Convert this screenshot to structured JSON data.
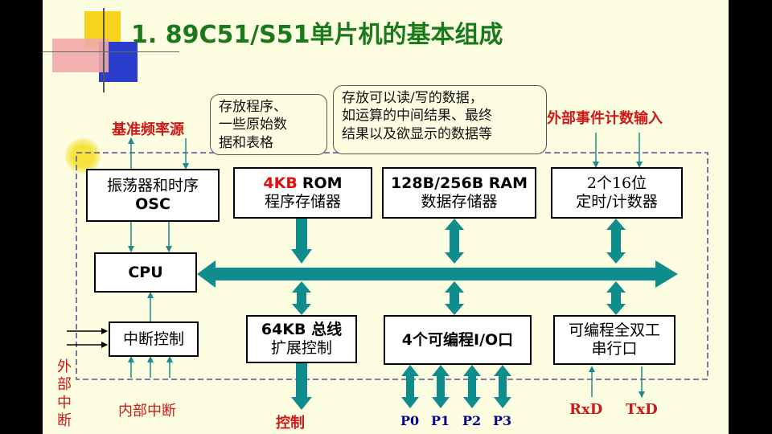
{
  "title": "1. 89C51/S51单片机的基本组成",
  "callouts": {
    "rom_note": [
      "存放程序、",
      "一些原始数",
      "据和表格"
    ],
    "ram_note": [
      "存放可以读/写的数据，",
      "如运算的中间结果、最终",
      "结果以及欲显示的数据等"
    ]
  },
  "labels": {
    "clock_source": "基准频率源",
    "external_count": "外部事件计数输入",
    "external_interrupt": [
      "外",
      "部",
      "中",
      "断"
    ],
    "internal_interrupt": "内部中断",
    "control": "控制",
    "rxd": "RxD",
    "txd": "TxD",
    "ports": [
      "P0",
      "P1",
      "P2",
      "P3"
    ]
  },
  "blocks": {
    "osc": {
      "line1": "振荡器和时序",
      "line2": "OSC"
    },
    "rom": {
      "size": "4KB",
      "type": "ROM",
      "name": "程序存储器"
    },
    "ram": {
      "line1": "128B/256B RAM",
      "line2": "数据存储器"
    },
    "timer": {
      "line1": "2个16位",
      "line2": "定时/计数器"
    },
    "cpu": {
      "label": "CPU"
    },
    "interrupt": {
      "label": "中断控制"
    },
    "bus_ext": {
      "line1": "64KB 总线",
      "line2": "扩展控制"
    },
    "io": {
      "label": "4个可编程I/O口"
    },
    "serial": {
      "line1": "可编程全双工",
      "line2": "串行口"
    }
  },
  "colors": {
    "bus": "#0f8d8d",
    "arrow": "#1a8a8a",
    "title": "#1a7a1a",
    "label_red": "#d01818",
    "port_blue": "#00008b",
    "dashed_border": "#6a6aa0"
  }
}
